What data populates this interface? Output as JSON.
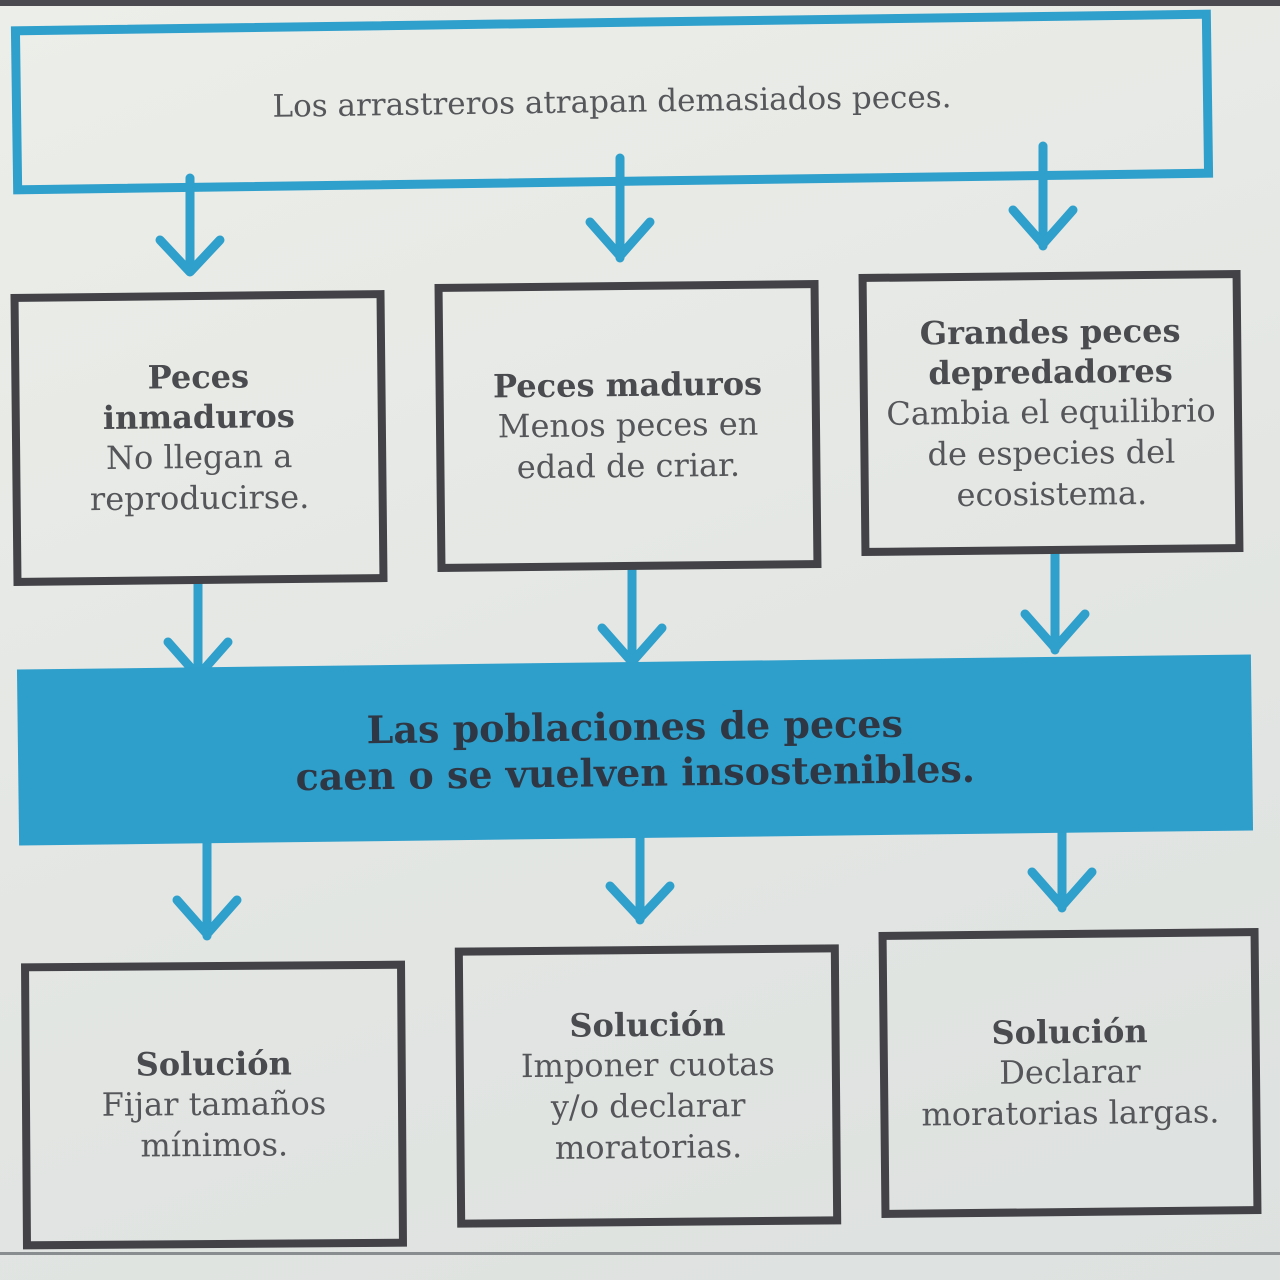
{
  "top": {
    "text": "Los arrastreros atrapan demasiados peces."
  },
  "effects": [
    {
      "title": [
        "Peces",
        "inmaduros"
      ],
      "text": [
        "No llegan a",
        "reproducirse."
      ]
    },
    {
      "title": [
        "Peces maduros"
      ],
      "text": [
        "Menos peces en",
        "edad de criar."
      ]
    },
    {
      "title": [
        "Grandes peces",
        "depredadores"
      ],
      "text": [
        "Cambia el equilibrio",
        "de especies del",
        "ecosistema."
      ]
    }
  ],
  "consequence": {
    "lines": [
      "Las poblaciones de peces",
      "caen o se vuelven insostenibles."
    ]
  },
  "solutions": [
    {
      "title": "Solución",
      "text": [
        "Fijar tamaños",
        "mínimos."
      ]
    },
    {
      "title": "Solución",
      "text": [
        "Imponer cuotas",
        "y/o declarar",
        "moratorias."
      ]
    },
    {
      "title": "Solución",
      "text": [
        "Declarar",
        "moratorias largas."
      ]
    }
  ],
  "colors": {
    "accent_blue": "#2f9fcb",
    "box_border": "#424247",
    "band_text": "#2f3744"
  }
}
